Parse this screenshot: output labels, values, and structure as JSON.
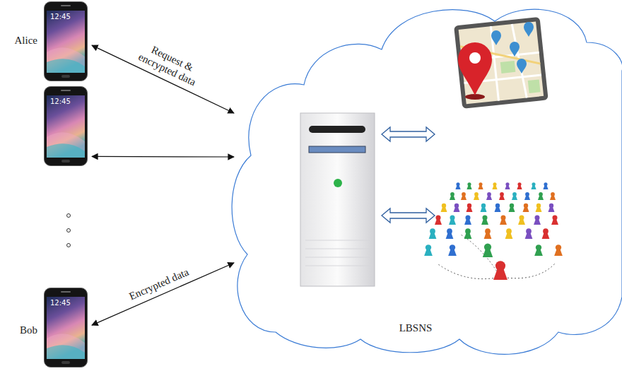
{
  "diagram": {
    "nodes": [
      {
        "text": [
          "Alice",
          "12:45"
        ]
      },
      {
        "text": [
          "12:45"
        ]
      },
      {
        "text": [
          "Bob",
          "12:45"
        ]
      },
      {
        "text": [
          "LBSNS"
        ]
      }
    ],
    "edges": [
      {
        "from": 0,
        "to": 3,
        "arrow": "both",
        "label": "Request & encrypted data"
      },
      {
        "from": 1,
        "to": 3,
        "arrow": "both"
      },
      {
        "from": 2,
        "to": 3,
        "arrow": "both",
        "label": "Encrypted data"
      }
    ]
  }
}
